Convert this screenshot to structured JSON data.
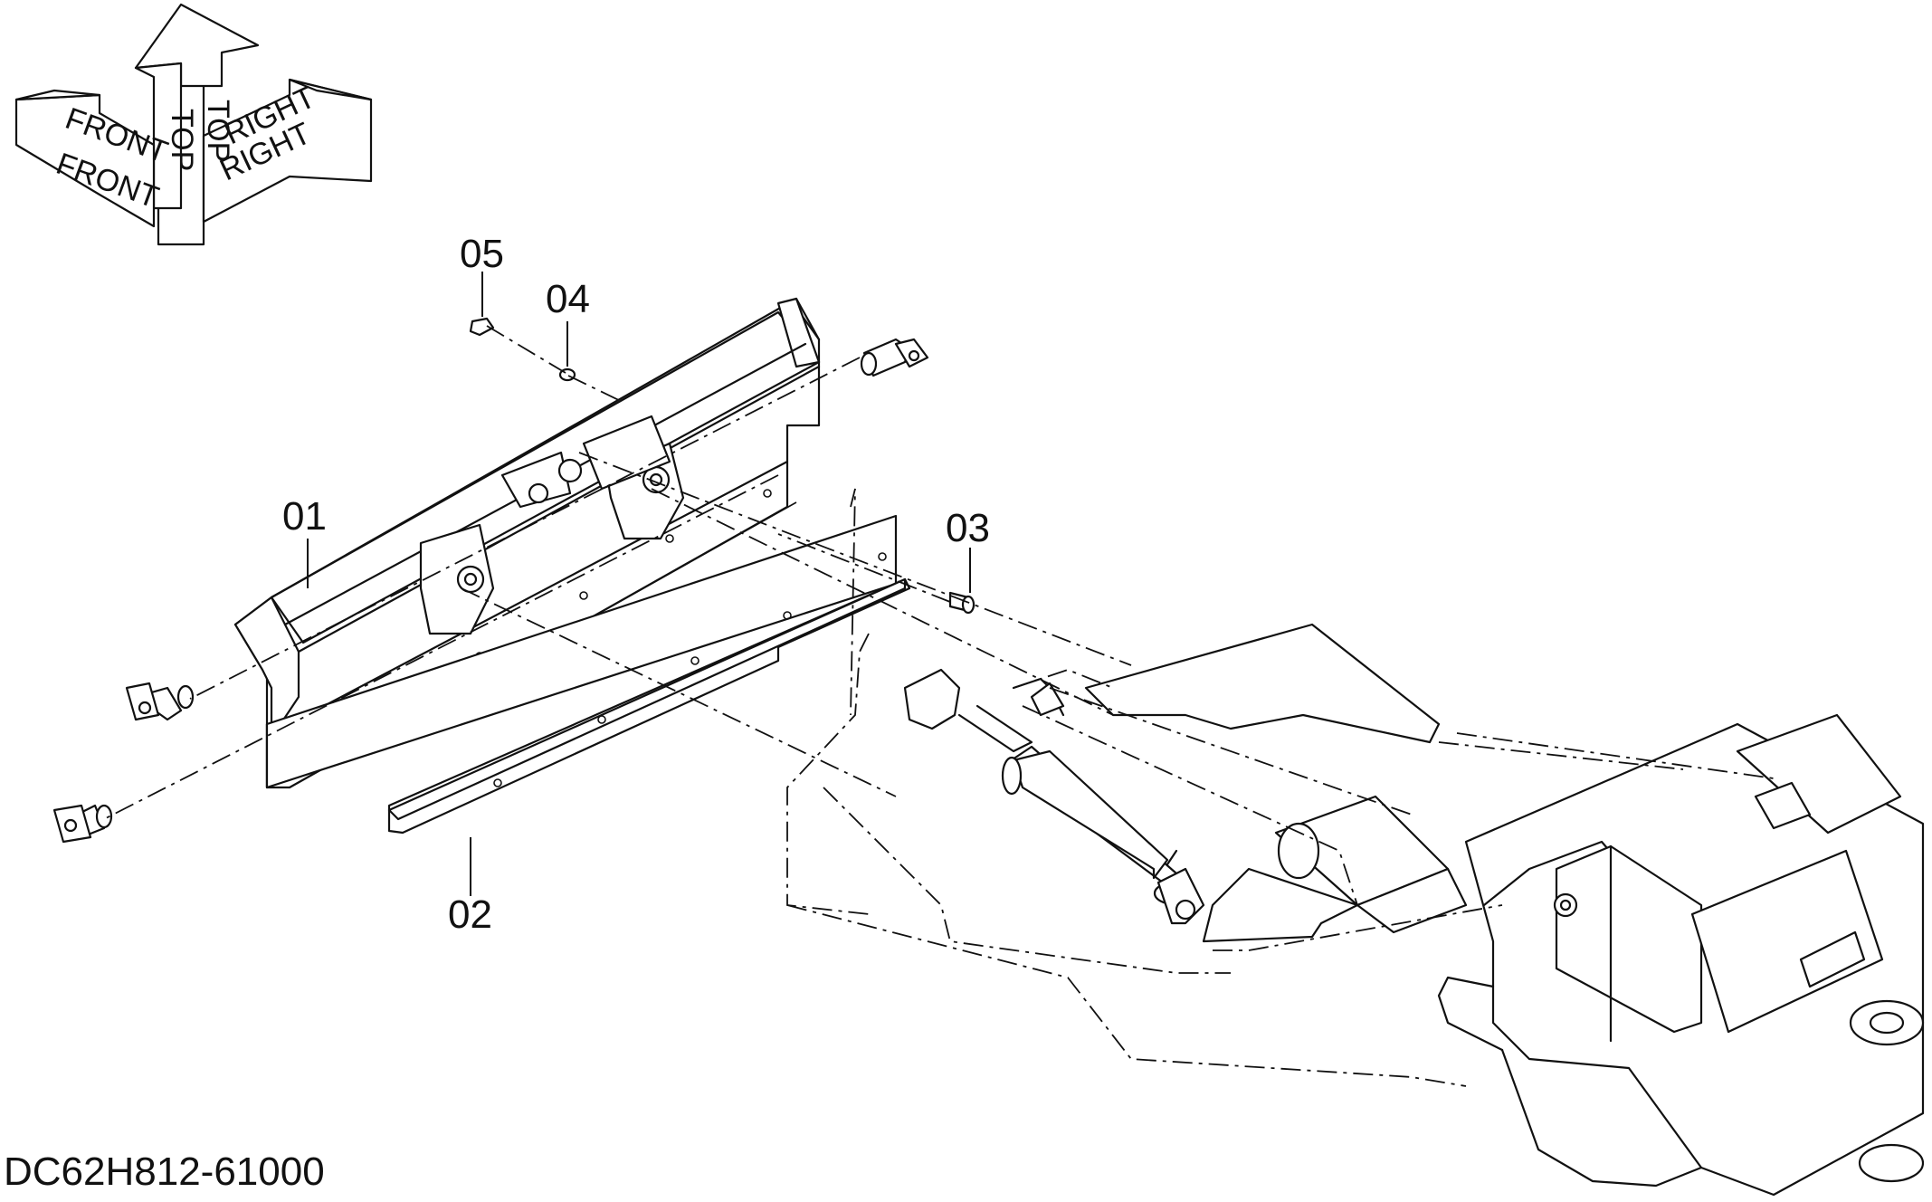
{
  "orientation": {
    "front": "FRONT",
    "top": "TOP",
    "right": "RIGHT"
  },
  "callouts": {
    "p01": "01",
    "p02": "02",
    "p03": "03",
    "p04": "04",
    "p05": "05"
  },
  "drawing_code": "DC62H812-61000"
}
